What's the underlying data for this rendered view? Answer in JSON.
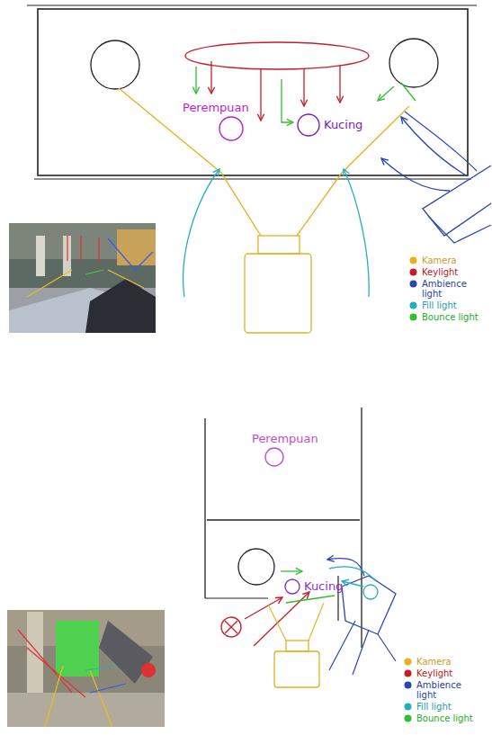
{
  "diagram": {
    "nodes": [
      {
        "text": [
          "Perempuan"
        ]
      },
      {
        "text": [
          "Kucing"
        ]
      },
      {
        "text": [
          "Perempuan"
        ]
      },
      {
        "text": [
          "Kucing"
        ]
      }
    ],
    "legend": [
      {
        "text": "Kamera",
        "color": "#e8b020"
      },
      {
        "text": "Keylight",
        "color": "#c41e2a"
      },
      {
        "text": "Ambience light",
        "color": "#2a47b0"
      },
      {
        "text": "Fill light",
        "color": "#23aec4"
      },
      {
        "text": "Bounce light",
        "color": "#2fbf2f"
      },
      {
        "text": "Kamera",
        "color": "#e8b020"
      },
      {
        "text": "Keylight",
        "color": "#c41e2a"
      },
      {
        "text": "Ambience light",
        "color": "#2a47b0"
      },
      {
        "text": "Fill light",
        "color": "#23aec4"
      },
      {
        "text": "Bounce light",
        "color": "#2fbf2f"
      }
    ]
  }
}
